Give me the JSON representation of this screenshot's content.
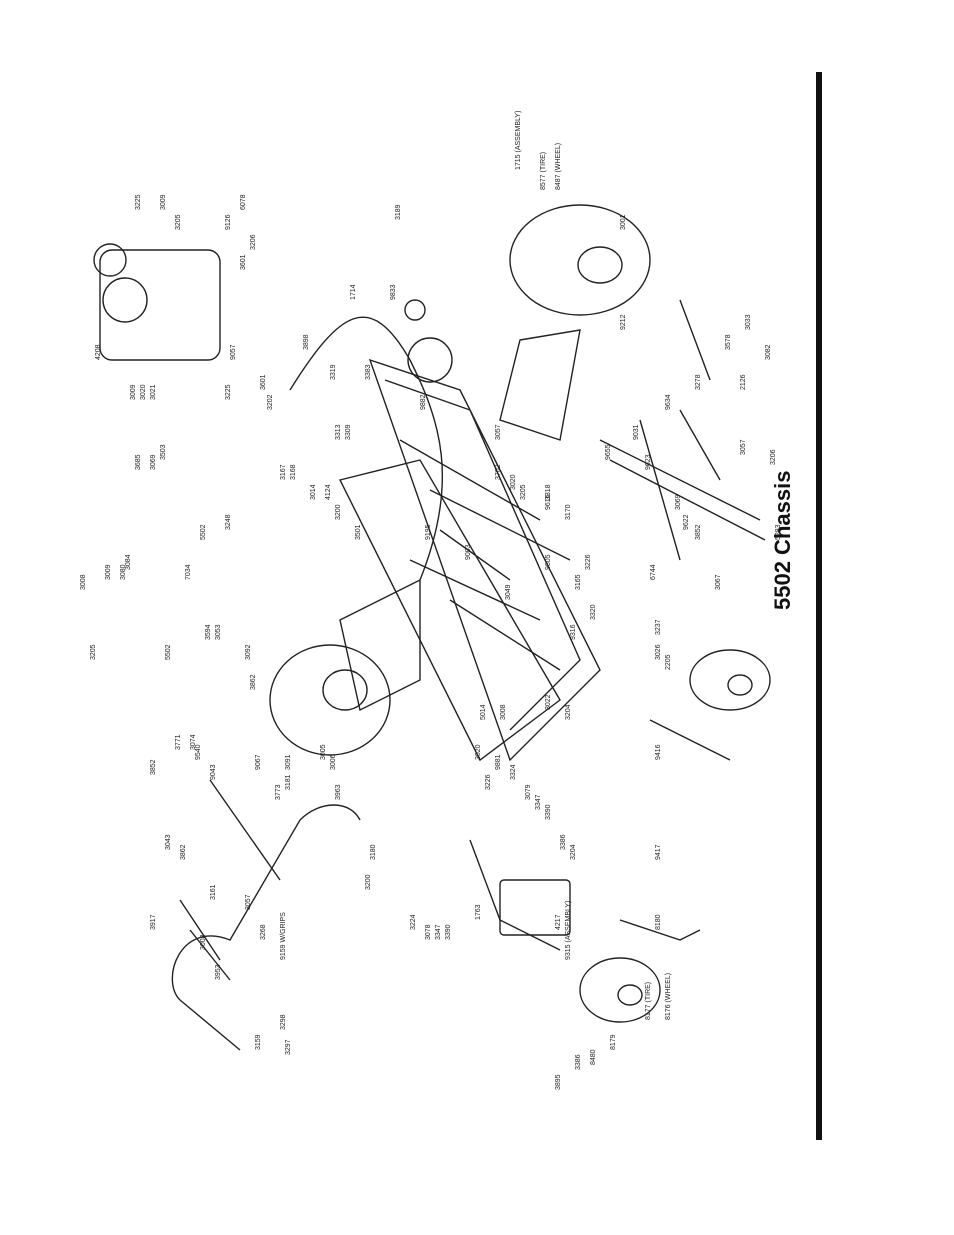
{
  "title": "5502 Chassis",
  "labels": [
    {
      "id": "p4208",
      "text": "4208"
    },
    {
      "id": "p3009",
      "text": "3009"
    },
    {
      "id": "p3020",
      "text": "3020"
    },
    {
      "id": "p3021",
      "text": "3021"
    },
    {
      "id": "p3225",
      "text": "3225"
    },
    {
      "id": "p3601",
      "text": "3601"
    },
    {
      "id": "p3202",
      "text": "3202"
    },
    {
      "id": "p3225b",
      "text": "3225"
    },
    {
      "id": "p3009b",
      "text": "3009"
    },
    {
      "id": "p3205",
      "text": "3205"
    },
    {
      "id": "p9126",
      "text": "9126"
    },
    {
      "id": "p6078",
      "text": "6078"
    },
    {
      "id": "p3601b",
      "text": "3601"
    },
    {
      "id": "p3206",
      "text": "3206"
    },
    {
      "id": "p9057",
      "text": "9057"
    },
    {
      "id": "p3898",
      "text": "3898"
    },
    {
      "id": "p1714",
      "text": "1714"
    },
    {
      "id": "p3319",
      "text": "3319"
    },
    {
      "id": "p3383",
      "text": "3383"
    },
    {
      "id": "p9833",
      "text": "9833"
    },
    {
      "id": "p3189",
      "text": "3189"
    },
    {
      "id": "p1715",
      "text": "1715 (ASSEMBLY)"
    },
    {
      "id": "p8577",
      "text": "8577 (TIRE)"
    },
    {
      "id": "p8487",
      "text": "8487 (WHEEL)"
    },
    {
      "id": "p3001",
      "text": "3001"
    },
    {
      "id": "p9212",
      "text": "9212"
    },
    {
      "id": "p3578",
      "text": "3578"
    },
    {
      "id": "p3033",
      "text": "3033"
    },
    {
      "id": "p3082",
      "text": "3082"
    },
    {
      "id": "p2126",
      "text": "2126"
    },
    {
      "id": "p9634",
      "text": "9634"
    },
    {
      "id": "p9031",
      "text": "9031"
    },
    {
      "id": "p9655",
      "text": "9655"
    },
    {
      "id": "p9623",
      "text": "9623"
    },
    {
      "id": "p3057",
      "text": "3057"
    },
    {
      "id": "p3206b",
      "text": "3206"
    },
    {
      "id": "p5283",
      "text": "5283"
    },
    {
      "id": "p6744",
      "text": "6744"
    },
    {
      "id": "p3237",
      "text": "3237"
    },
    {
      "id": "p3026",
      "text": "3026"
    },
    {
      "id": "p2205",
      "text": "2205"
    },
    {
      "id": "p9805",
      "text": "9805"
    },
    {
      "id": "p3165",
      "text": "3165"
    },
    {
      "id": "p3226",
      "text": "3226"
    },
    {
      "id": "p9316",
      "text": "9316"
    },
    {
      "id": "p3022",
      "text": "3022"
    },
    {
      "id": "p3204",
      "text": "3204"
    },
    {
      "id": "p9416",
      "text": "9416"
    },
    {
      "id": "p5014",
      "text": "5014"
    },
    {
      "id": "p3008",
      "text": "3008"
    },
    {
      "id": "p3020b",
      "text": "3020"
    },
    {
      "id": "p3226b",
      "text": "3226"
    },
    {
      "id": "p1763",
      "text": "1763"
    },
    {
      "id": "p4217",
      "text": "4217"
    },
    {
      "id": "p9417",
      "text": "9417"
    },
    {
      "id": "p8180",
      "text": "8180"
    },
    {
      "id": "p9315",
      "text": "9315 (ASSEMBLY)"
    },
    {
      "id": "p8177",
      "text": "8177 (TIRE)"
    },
    {
      "id": "p8176",
      "text": "8176 (WHEEL)"
    },
    {
      "id": "p8179",
      "text": "8179"
    },
    {
      "id": "p8480",
      "text": "8480"
    },
    {
      "id": "p3386",
      "text": "3386"
    },
    {
      "id": "p3895",
      "text": "3895"
    },
    {
      "id": "p3298",
      "text": "3298"
    },
    {
      "id": "p3297",
      "text": "3297"
    },
    {
      "id": "p3159",
      "text": "3159"
    },
    {
      "id": "p9159",
      "text": "9159 W/GRIPS"
    },
    {
      "id": "p3268",
      "text": "3268"
    },
    {
      "id": "p3953",
      "text": "3953"
    },
    {
      "id": "p3008b",
      "text": "3008"
    },
    {
      "id": "p3057b",
      "text": "3057"
    },
    {
      "id": "p3917",
      "text": "3917"
    },
    {
      "id": "p3161",
      "text": "3161"
    },
    {
      "id": "p3852",
      "text": "3852"
    },
    {
      "id": "p3862",
      "text": "3862"
    },
    {
      "id": "p3043",
      "text": "3043"
    },
    {
      "id": "p9540",
      "text": "9540"
    },
    {
      "id": "p9043",
      "text": "9043"
    },
    {
      "id": "p3771",
      "text": "3771"
    },
    {
      "id": "p3074",
      "text": "3074"
    },
    {
      "id": "p3594",
      "text": "3594"
    },
    {
      "id": "p3053",
      "text": "3053"
    },
    {
      "id": "p3092",
      "text": "3092"
    },
    {
      "id": "p3862b",
      "text": "3862"
    },
    {
      "id": "p9067",
      "text": "9067"
    },
    {
      "id": "p3773",
      "text": "3773"
    },
    {
      "id": "p3181",
      "text": "3181"
    },
    {
      "id": "p3091",
      "text": "3091"
    },
    {
      "id": "p3005",
      "text": "3005"
    },
    {
      "id": "p3006",
      "text": "3006"
    },
    {
      "id": "p3963",
      "text": "3963"
    },
    {
      "id": "p3180",
      "text": "3180"
    },
    {
      "id": "p3200",
      "text": "3200"
    },
    {
      "id": "p5502",
      "text": "5502"
    },
    {
      "id": "p7034",
      "text": "7034"
    },
    {
      "id": "p5502b",
      "text": "5502"
    },
    {
      "id": "p3248",
      "text": "3248"
    },
    {
      "id": "p3503",
      "text": "3503"
    },
    {
      "id": "p3069",
      "text": "3069"
    },
    {
      "id": "p3685",
      "text": "3685"
    },
    {
      "id": "p3084",
      "text": "3084"
    },
    {
      "id": "p3080",
      "text": "3080"
    },
    {
      "id": "p3009c",
      "text": "3009"
    },
    {
      "id": "p3008c",
      "text": "3008"
    },
    {
      "id": "p3205b",
      "text": "3205"
    },
    {
      "id": "p3167",
      "text": "3167"
    },
    {
      "id": "p3168",
      "text": "3168"
    },
    {
      "id": "p3014",
      "text": "3014"
    },
    {
      "id": "p4124",
      "text": "4124"
    },
    {
      "id": "p3200b",
      "text": "3200"
    },
    {
      "id": "p3501",
      "text": "3501"
    },
    {
      "id": "p9195",
      "text": "9195"
    },
    {
      "id": "p9003",
      "text": "9003"
    },
    {
      "id": "p3049",
      "text": "3049"
    },
    {
      "id": "p3320",
      "text": "3320"
    },
    {
      "id": "p3313",
      "text": "3313"
    },
    {
      "id": "p3309",
      "text": "3309"
    },
    {
      "id": "p9882",
      "text": "9882"
    },
    {
      "id": "p3057c",
      "text": "3057"
    },
    {
      "id": "p3702",
      "text": "3702"
    },
    {
      "id": "p3020c",
      "text": "3020"
    },
    {
      "id": "p3205c",
      "text": "3205"
    },
    {
      "id": "p3318",
      "text": "3318"
    },
    {
      "id": "p9616",
      "text": "9616"
    },
    {
      "id": "p3170",
      "text": "3170"
    },
    {
      "id": "p3069b",
      "text": "3069"
    },
    {
      "id": "p3852b",
      "text": "3852"
    },
    {
      "id": "p3067",
      "text": "3067"
    },
    {
      "id": "p9622",
      "text": "9622"
    },
    {
      "id": "p3278",
      "text": "3278"
    },
    {
      "id": "p9881",
      "text": "9881"
    },
    {
      "id": "p3324",
      "text": "3324"
    },
    {
      "id": "p3079",
      "text": "3079"
    },
    {
      "id": "p3347",
      "text": "3347"
    },
    {
      "id": "p3390",
      "text": "3390"
    },
    {
      "id": "p3386b",
      "text": "3386"
    },
    {
      "id": "p3204b",
      "text": "3204"
    },
    {
      "id": "p3224",
      "text": "3224"
    },
    {
      "id": "p3078",
      "text": "3078"
    },
    {
      "id": "p3347b",
      "text": "3347"
    },
    {
      "id": "p3390b",
      "text": "3390"
    }
  ]
}
